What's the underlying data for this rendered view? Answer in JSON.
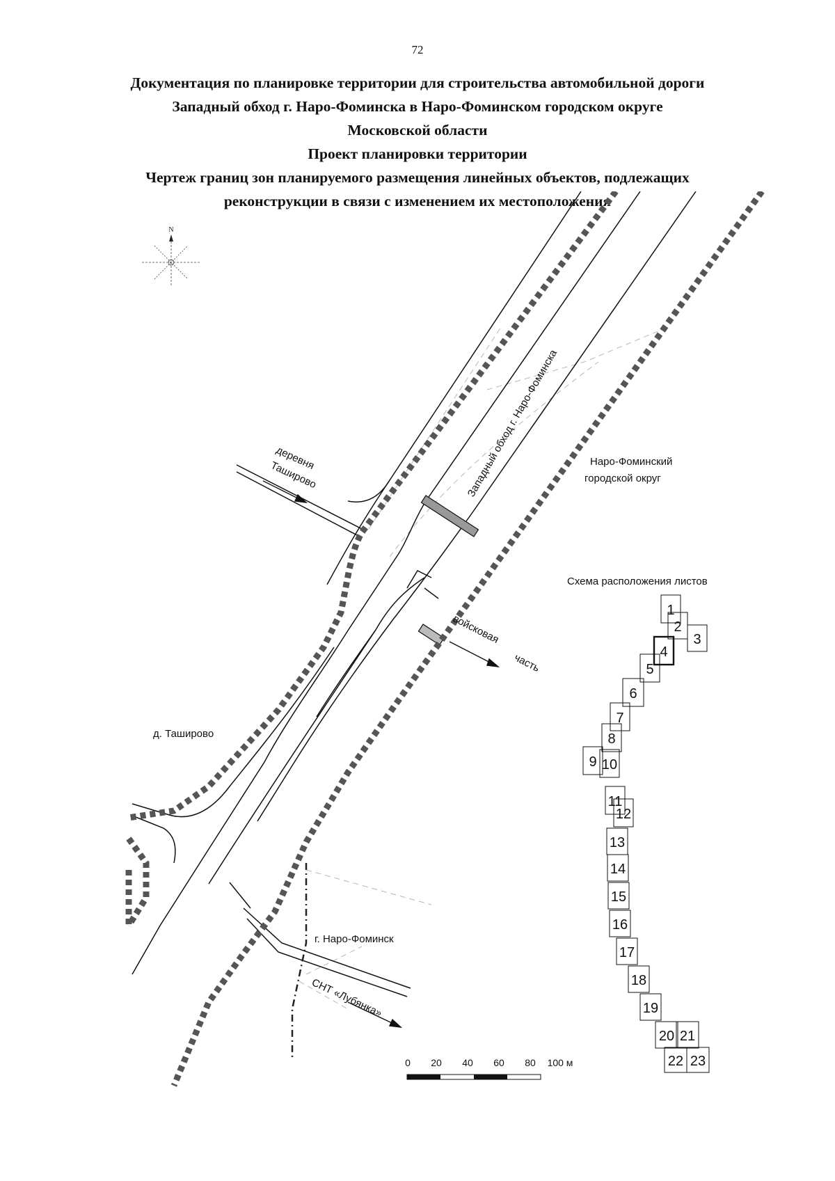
{
  "page": {
    "number": "72"
  },
  "title": {
    "lines": [
      "Документация по планировке территории для строительства автомобильной дороги",
      "Западный обход г. Наро-Фоминска в Наро-Фоминском городском округе",
      "Московской области",
      "Проект планировки территории",
      "Чертеж границ зон планируемого размещения линейных объектов, подлежащих",
      "реконструкции в связи с изменением их местоположения"
    ]
  },
  "map": {
    "compass": {
      "north_letter": "N"
    },
    "labels": {
      "road_name": "Западный обход г. Наро-Фоминска",
      "village_direction_line1": "деревня",
      "village_direction_line2": "Таширово",
      "district_line1": "Наро-Фоминский",
      "district_line2": "городской округ",
      "military_unit_line1": "войсковая",
      "military_unit_line2": "часть",
      "village": "д. Таширово",
      "town": "г. Наро-Фоминск",
      "snt": "СНТ «Лубянка»"
    },
    "colors": {
      "zone_boundary": "#555555",
      "lines": "#111111",
      "dashed_boundary": "#222222"
    }
  },
  "scale_bar": {
    "ticks": [
      "0",
      "20",
      "40",
      "60",
      "80",
      "100 м"
    ]
  },
  "sheet_scheme": {
    "title": "Схема расположения листов",
    "sheets": [
      "1",
      "2",
      "3",
      "4",
      "5",
      "6",
      "7",
      "8",
      "9",
      "10",
      "11",
      "12",
      "13",
      "14",
      "15",
      "16",
      "17",
      "18",
      "19",
      "20",
      "21",
      "22",
      "23"
    ],
    "highlighted_sheet": "4"
  }
}
